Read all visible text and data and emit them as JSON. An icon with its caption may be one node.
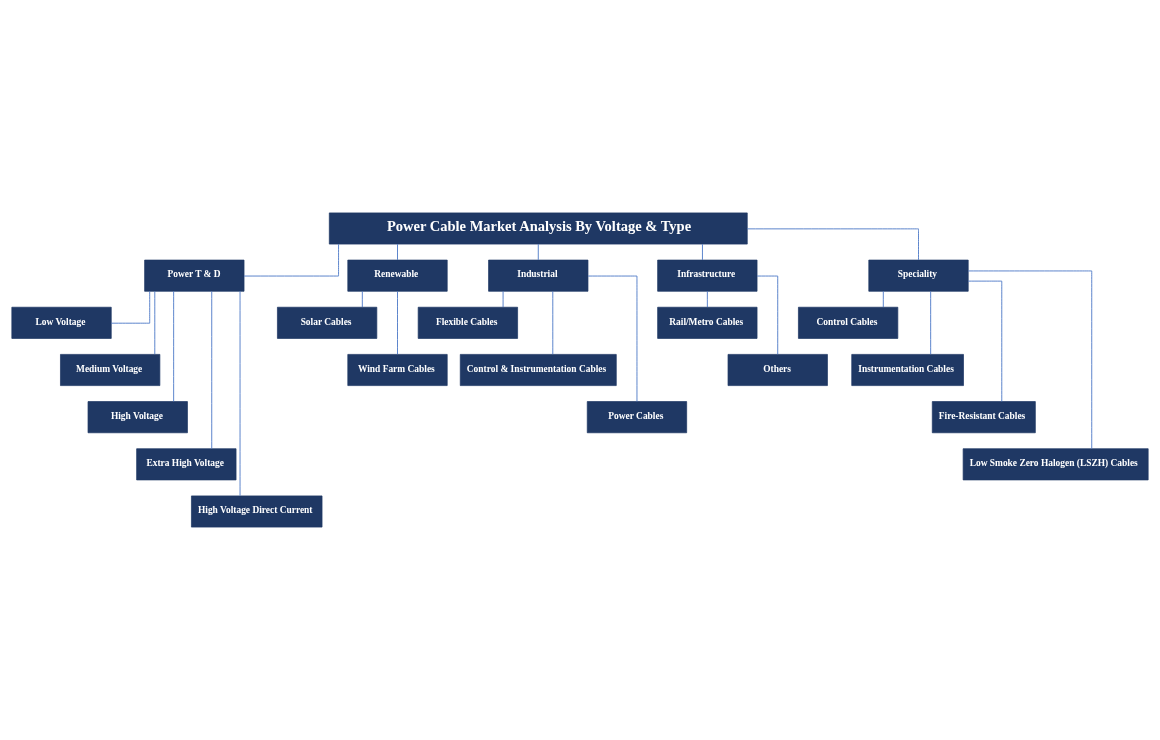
{
  "diagram": {
    "nodes": [
      {
        "text": [
          "Power Cable Market Analysis By Voltage & Type"
        ]
      },
      {
        "text": [
          "Power T & D"
        ]
      },
      {
        "text": [
          "Renewable"
        ]
      },
      {
        "text": [
          "Industrial"
        ]
      },
      {
        "text": [
          "Infrastructure"
        ]
      },
      {
        "text": [
          "Speciality"
        ]
      },
      {
        "text": [
          "Low Voltage"
        ]
      },
      {
        "text": [
          "Medium Voltage"
        ]
      },
      {
        "text": [
          "High Voltage"
        ]
      },
      {
        "text": [
          "Extra High Voltage"
        ]
      },
      {
        "text": [
          "High Voltage Direct Current"
        ]
      },
      {
        "text": [
          "Solar Cables"
        ]
      },
      {
        "text": [
          "Wind Farm Cables"
        ]
      },
      {
        "text": [
          "Flexible Cables"
        ]
      },
      {
        "text": [
          "Control & Instrumentation Cables"
        ]
      },
      {
        "text": [
          "Power Cables"
        ]
      },
      {
        "text": [
          "Rail/Metro Cables"
        ]
      },
      {
        "text": [
          "Others"
        ]
      },
      {
        "text": [
          "Control Cables"
        ]
      },
      {
        "text": [
          "Instrumentation Cables"
        ]
      },
      {
        "text": [
          "Fire-Resistant Cables"
        ]
      },
      {
        "text": [
          "Low Smoke Zero Halogen (LSZH) Cables"
        ]
      }
    ],
    "edges": [
      {
        "from": 0,
        "to": 1,
        "arrow": "none"
      },
      {
        "from": 0,
        "to": 2,
        "arrow": "none"
      },
      {
        "from": 0,
        "to": 3,
        "arrow": "none"
      },
      {
        "from": 0,
        "to": 4,
        "arrow": "none"
      },
      {
        "from": 0,
        "to": 5,
        "arrow": "none"
      },
      {
        "from": 1,
        "to": 6,
        "arrow": "none"
      },
      {
        "from": 1,
        "to": 7,
        "arrow": "none"
      },
      {
        "from": 1,
        "to": 8,
        "arrow": "none"
      },
      {
        "from": 1,
        "to": 9,
        "arrow": "none"
      },
      {
        "from": 1,
        "to": 10,
        "arrow": "none"
      },
      {
        "from": 2,
        "to": 11,
        "arrow": "none"
      },
      {
        "from": 2,
        "to": 12,
        "arrow": "none"
      },
      {
        "from": 3,
        "to": 13,
        "arrow": "none"
      },
      {
        "from": 3,
        "to": 14,
        "arrow": "none"
      },
      {
        "from": 3,
        "to": 15,
        "arrow": "none"
      },
      {
        "from": 4,
        "to": 16,
        "arrow": "none"
      },
      {
        "from": 4,
        "to": 17,
        "arrow": "none"
      },
      {
        "from": 5,
        "to": 18,
        "arrow": "none"
      },
      {
        "from": 5,
        "to": 19,
        "arrow": "none"
      },
      {
        "from": 5,
        "to": 20,
        "arrow": "none"
      },
      {
        "from": 5,
        "to": 21,
        "arrow": "none"
      }
    ]
  }
}
